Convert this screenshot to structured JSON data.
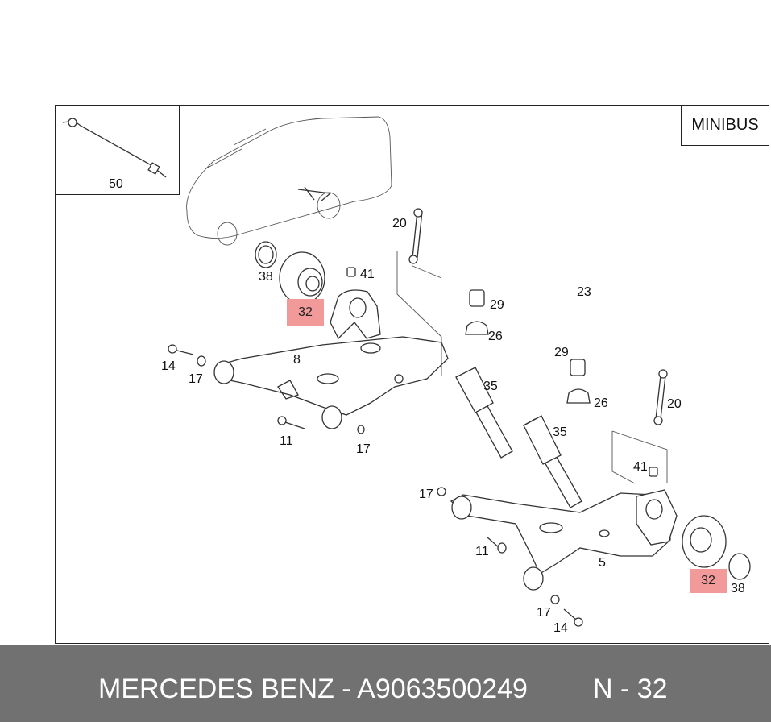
{
  "variant_label": "MINIBUS",
  "inset": {
    "part_label": "50"
  },
  "part_labels": {
    "p20a": "20",
    "p20b": "20",
    "p23": "23",
    "p29a": "29",
    "p29b": "29",
    "p26a": "26",
    "p26b": "26",
    "p41a": "41",
    "p41b": "41",
    "p38a": "38",
    "p38b": "38",
    "p8": "8",
    "p14a": "14",
    "p14b": "14",
    "p17a": "17",
    "p17b": "17",
    "p17c": "17",
    "p17d": "17",
    "p11a": "11",
    "p11b": "11",
    "p35a": "35",
    "p35b": "35",
    "p5": "5"
  },
  "highlight": {
    "part": "32",
    "color": "#f29a9a"
  },
  "footer": {
    "part_text": "MERCEDES BENZ - A9063500249",
    "page_text": "N - 32",
    "background": "#717171"
  }
}
